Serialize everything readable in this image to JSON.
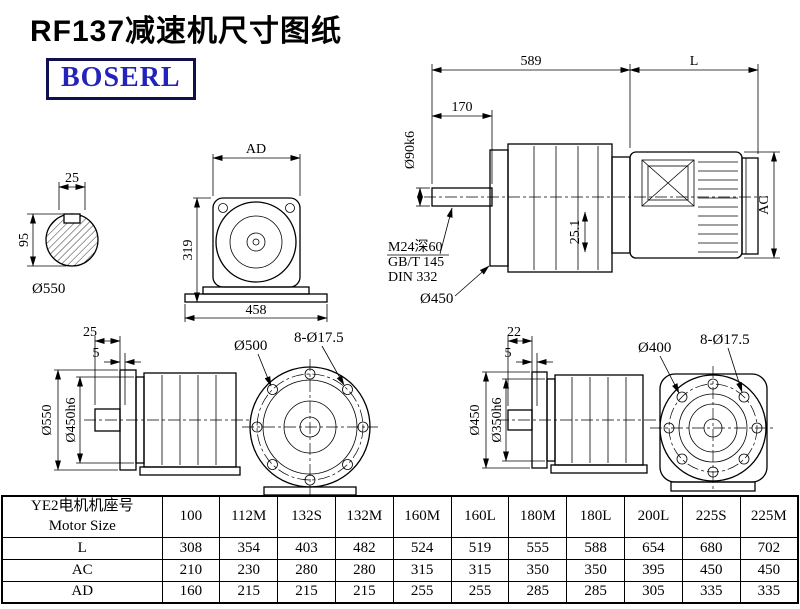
{
  "colors": {
    "line": "#000000",
    "logo_text": "#2323bb",
    "logo_border": "#10104d",
    "background": "#ffffff"
  },
  "page": {
    "title": "RF137减速机尺寸图纸",
    "logo": "BOSERL"
  },
  "shaft_section": {
    "dim_key_width": "25",
    "dim_height": "95",
    "dia_label": "Ø550"
  },
  "front_view": {
    "dim_ad": "AD",
    "dim_height": "319",
    "dim_width": "458"
  },
  "side_view": {
    "dim_body_length": "589",
    "dim_motor_length": "L",
    "dim_shaft_length": "170",
    "shaft_dia": "Ø90k6",
    "tap_note": "M24深60",
    "std_note_1": "GB/T 145",
    "std_note_2": "DIN 332",
    "flange_dia": "Ø450",
    "dim_key_height": "25.1",
    "dim_motor_height": "AC"
  },
  "flange_side_left": {
    "dim_shaft_len": "25",
    "dim_step": "5",
    "dia_flange": "Ø550",
    "dia_spigot": "Ø450h6"
  },
  "flange_face_left": {
    "dia_bolt_circle": "Ø500",
    "holes_note": "8-Ø17.5"
  },
  "flange_side_right": {
    "dim_shaft_len": "22",
    "dim_step": "5",
    "dia_flange": "Ø450",
    "dia_spigot": "Ø350h6"
  },
  "flange_face_right": {
    "dia_bolt_circle": "Ø400",
    "holes_note": "8-Ø17.5"
  },
  "table": {
    "header_label_cn": "YE2电机机座号",
    "header_label_en": "Motor Size",
    "sizes": [
      "100",
      "112M",
      "132S",
      "132M",
      "160M",
      "160L",
      "180M",
      "180L",
      "200L",
      "225S",
      "225M"
    ],
    "rows": [
      {
        "label": "L",
        "values": [
          "308",
          "354",
          "403",
          "482",
          "524",
          "519",
          "555",
          "588",
          "654",
          "680",
          "702"
        ]
      },
      {
        "label": "AC",
        "values": [
          "210",
          "230",
          "280",
          "280",
          "315",
          "315",
          "350",
          "350",
          "395",
          "450",
          "450"
        ]
      },
      {
        "label": "AD",
        "values": [
          "160",
          "215",
          "215",
          "215",
          "255",
          "255",
          "285",
          "285",
          "305",
          "335",
          "335"
        ]
      }
    ]
  }
}
